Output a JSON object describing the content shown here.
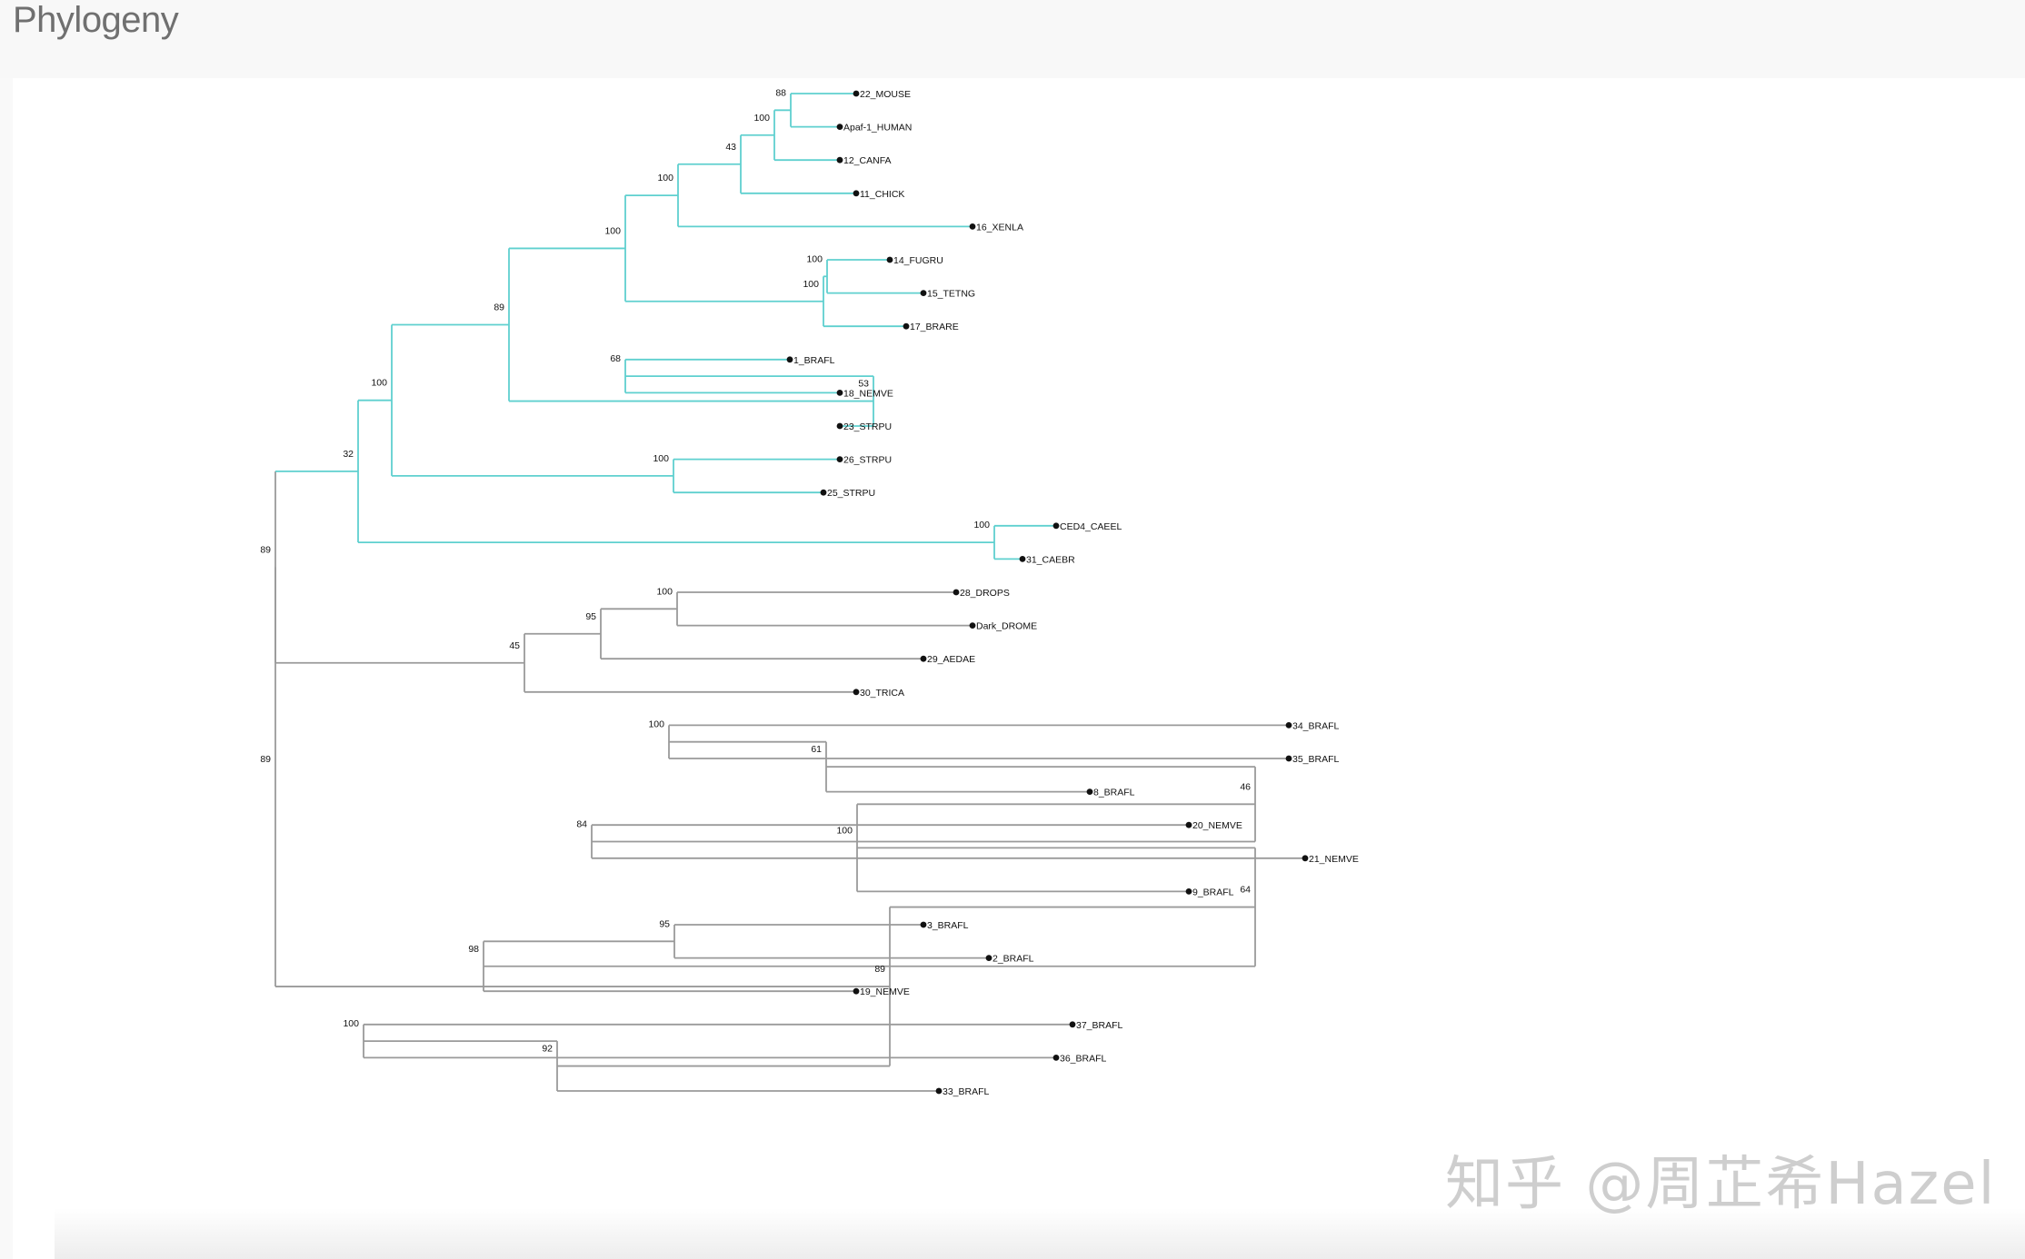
{
  "title": "Phylogeny",
  "watermark": "知乎 @周芷希Hazel",
  "colors": {
    "highlight_clade": "#5fd0cf",
    "branch": "#9a9a9a",
    "leaf_dot": "#111111",
    "title": "#707070"
  },
  "tree": {
    "label": "89",
    "children": [
      {
        "label": "89",
        "children": [
          {
            "label": "32",
            "highlight": true,
            "children": [
              {
                "label": "100",
                "highlight": true,
                "children": [
                  {
                    "label": "89",
                    "highlight": true,
                    "children": [
                      {
                        "label": "100",
                        "highlight": true,
                        "children": [
                          {
                            "label": "100",
                            "highlight": true,
                            "children": [
                              {
                                "label": "43",
                                "highlight": true,
                                "children": [
                                  {
                                    "label": "100",
                                    "highlight": true,
                                    "children": [
                                      {
                                        "label": "88",
                                        "highlight": true,
                                        "children": [
                                          {
                                            "name": "22_MOUSE",
                                            "highlight": true
                                          },
                                          {
                                            "name": "Apaf-1_HUMAN",
                                            "highlight": true
                                          }
                                        ]
                                      },
                                      {
                                        "name": "12_CANFA",
                                        "highlight": true
                                      }
                                    ]
                                  },
                                  {
                                    "name": "11_CHICK",
                                    "highlight": true
                                  }
                                ]
                              },
                              {
                                "name": "16_XENLA",
                                "highlight": true
                              }
                            ]
                          },
                          {
                            "label": "100",
                            "highlight": true,
                            "children": [
                              {
                                "label": "100",
                                "highlight": true,
                                "children": [
                                  {
                                    "name": "14_FUGRU",
                                    "highlight": true
                                  },
                                  {
                                    "name": "15_TETNG",
                                    "highlight": true
                                  }
                                ]
                              },
                              {
                                "name": "17_BRARE",
                                "highlight": true
                              }
                            ]
                          }
                        ]
                      },
                      {
                        "label": "53",
                        "highlight": true,
                        "children": [
                          {
                            "label": "68",
                            "highlight": true,
                            "children": [
                              {
                                "name": "1_BRAFL",
                                "highlight": true
                              },
                              {
                                "name": "18_NEMVE",
                                "highlight": true
                              }
                            ]
                          },
                          {
                            "name": "23_STRPU",
                            "highlight": true
                          }
                        ]
                      }
                    ]
                  },
                  {
                    "label": "100",
                    "highlight": true,
                    "children": [
                      {
                        "name": "26_STRPU",
                        "highlight": true
                      },
                      {
                        "name": "25_STRPU",
                        "highlight": true
                      }
                    ]
                  }
                ]
              },
              {
                "label": "100",
                "highlight": true,
                "children": [
                  {
                    "name": "CED4_CAEEL",
                    "highlight": true
                  },
                  {
                    "name": "31_CAEBR",
                    "highlight": true
                  }
                ]
              }
            ]
          },
          {
            "label": "45",
            "children": [
              {
                "label": "95",
                "children": [
                  {
                    "label": "100",
                    "children": [
                      {
                        "name": "28_DROPS"
                      },
                      {
                        "name": "Dark_DROME"
                      }
                    ]
                  },
                  {
                    "name": "29_AEDAE"
                  }
                ]
              },
              {
                "name": "30_TRICA"
              }
            ]
          }
        ]
      },
      {
        "label": "89",
        "children": [
          {
            "label": "64",
            "children": [
              {
                "label": "100",
                "children": [
                  {
                    "label": "46",
                    "children": [
                      {
                        "label": "61",
                        "children": [
                          {
                            "label": "100",
                            "children": [
                              {
                                "name": "34_BRAFL"
                              },
                              {
                                "name": "35_BRAFL"
                              }
                            ]
                          },
                          {
                            "name": "8_BRAFL"
                          }
                        ]
                      },
                      {
                        "label": "84",
                        "children": [
                          {
                            "name": "20_NEMVE"
                          },
                          {
                            "name": "21_NEMVE"
                          }
                        ]
                      }
                    ]
                  },
                  {
                    "name": "9_BRAFL"
                  }
                ]
              },
              {
                "label": "98",
                "children": [
                  {
                    "label": "95",
                    "children": [
                      {
                        "name": "3_BRAFL"
                      },
                      {
                        "name": "2_BRAFL"
                      }
                    ]
                  },
                  {
                    "name": "19_NEMVE"
                  }
                ]
              }
            ]
          },
          {
            "label": "92",
            "children": [
              {
                "label": "100",
                "children": [
                  {
                    "name": "37_BRAFL"
                  },
                  {
                    "name": "36_BRAFL"
                  }
                ]
              },
              {
                "name": "33_BRAFL"
              }
            ]
          }
        ]
      }
    ]
  }
}
